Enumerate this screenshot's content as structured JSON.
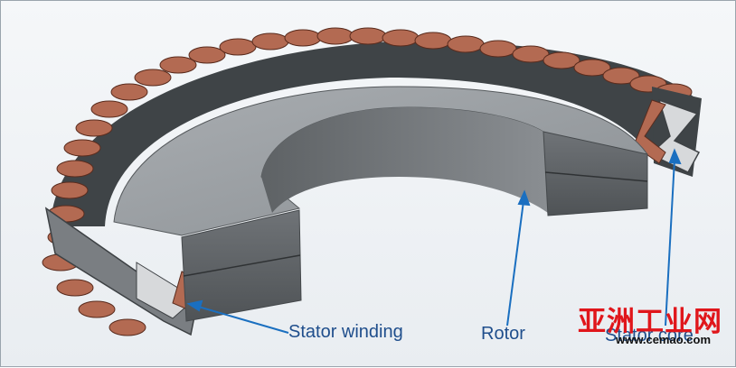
{
  "labels": {
    "stator_winding": "Stator winding",
    "rotor": "Rotor",
    "stator_core": "Stator core"
  },
  "watermark": {
    "text": "亚洲工业网",
    "url": "www.cemao.com"
  },
  "colors": {
    "label_text": "#1f4e8c",
    "arrow": "#1a6fc0",
    "copper": "#b36a52",
    "steel": "#7f8488",
    "watermark": "#e0161b"
  }
}
